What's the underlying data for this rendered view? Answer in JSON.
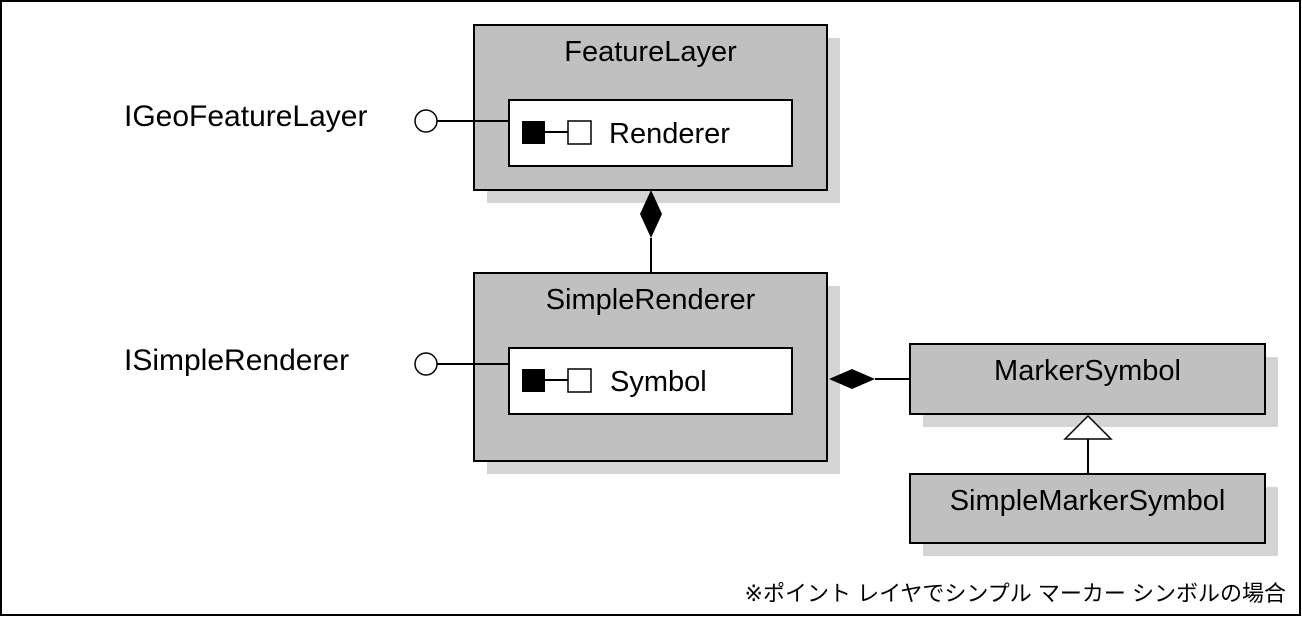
{
  "diagram": {
    "classes": {
      "feature_layer": {
        "title": "FeatureLayer",
        "property": "Renderer"
      },
      "simple_renderer": {
        "title": "SimpleRenderer",
        "property": "Symbol"
      },
      "marker_symbol": {
        "title": "MarkerSymbol"
      },
      "simple_marker_symbol": {
        "title": "SimpleMarkerSymbol"
      }
    },
    "interfaces": {
      "geo_feature_layer": "IGeoFeatureLayer",
      "simple_renderer": "ISimpleRenderer"
    },
    "footnote": "※ポイント レイヤでシンプル マーカー シンボルの場合"
  },
  "colors": {
    "class_fill": "#c0c0c0",
    "shadow": "#d4d4d4",
    "line": "#000000",
    "property_fill": "#ffffff"
  },
  "icons": [
    "lollipop-interface-icon",
    "composition-diamond-icon",
    "inheritance-triangle-icon",
    "property-marker-icon"
  ]
}
